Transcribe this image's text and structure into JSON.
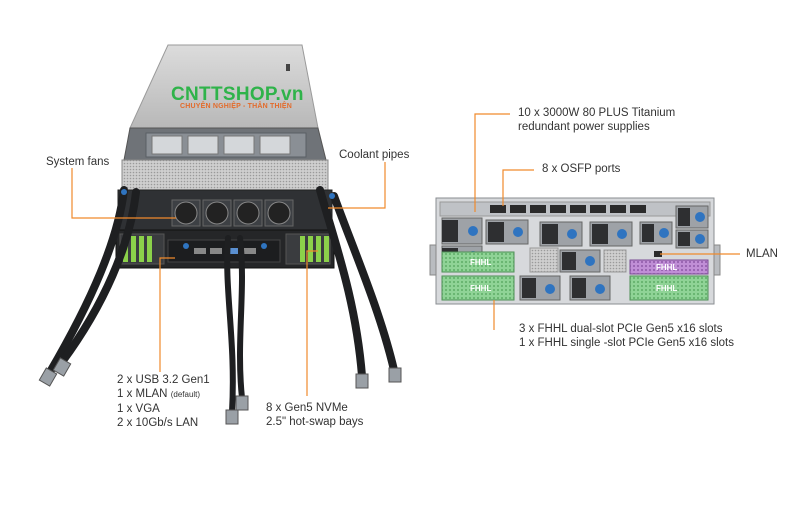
{
  "watermark": {
    "brand": "CNTTSHOP.vn",
    "tagline": "CHUYÊN NGHIỆP - THÂN THIỆN"
  },
  "callouts": {
    "system_fans": "System fans",
    "coolant_pipes": "Coolant pipes",
    "front_io": {
      "line1": "2 x USB 3.2 Gen1",
      "line2_main": "1 x MLAN",
      "line2_note": "(default)",
      "line3": "1 x VGA",
      "line4": "2 x 10Gb/s LAN"
    },
    "nvme": {
      "line1": "8 x Gen5 NVMe",
      "line2": "2.5\" hot-swap bays"
    },
    "psu": {
      "line1": "10 x 3000W 80 PLUS Titanium",
      "line2": "redundant power supplies"
    },
    "osfp": "8 x OSFP ports",
    "mlan": "MLAN",
    "pcie": {
      "line1": "3 x FHHL dual-slot PCIe Gen5 x16 slots",
      "line2": "1 x FHHL single -slot PCIe Gen5 x16 slots"
    }
  },
  "rear_slot_labels": [
    "FHHL",
    "FHHL",
    "FHHL",
    "FHHL"
  ],
  "colors": {
    "callout_line": "#f08a2c",
    "slot_green": "#7ecb86",
    "slot_purple": "#b079c9",
    "psu_blue": "#2f74c0",
    "chassis_dark": "#2b2b2b"
  }
}
